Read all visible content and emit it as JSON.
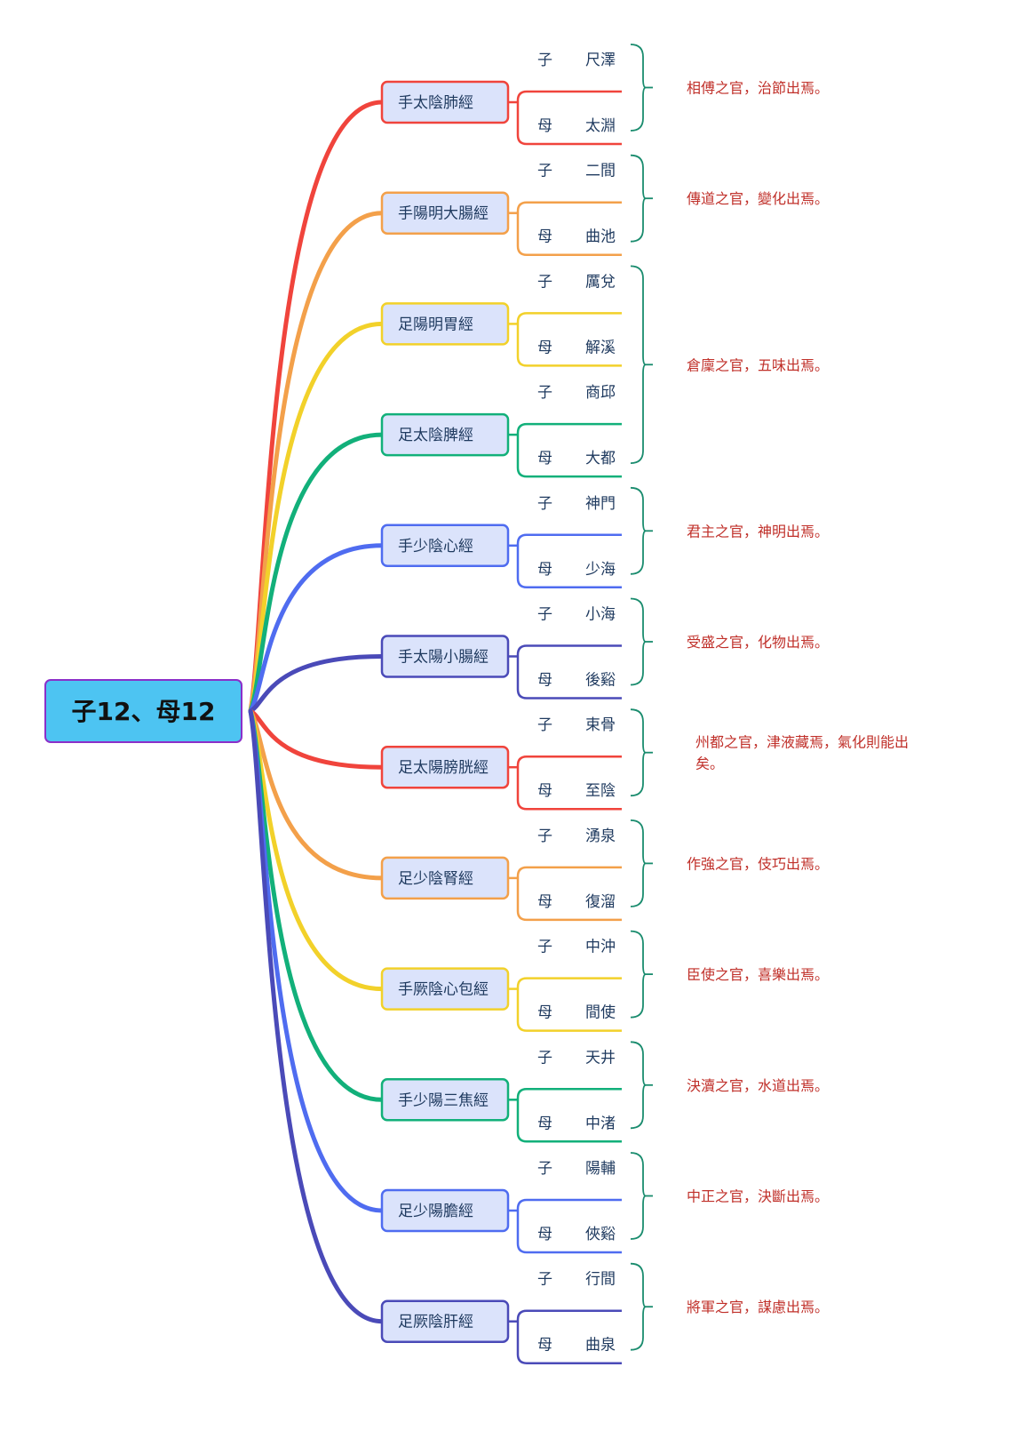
{
  "root": {
    "label": "子12、母12",
    "fill": "#4dc4f2",
    "border": "#8b2fc9"
  },
  "node_fill": "#dbe3fb",
  "text_color": "#1f3a5f",
  "desc_color": "#c0302a",
  "bracket_color": "#1a8c6e",
  "leaf_labels": {
    "child": "子",
    "mother": "母"
  },
  "meridians": [
    {
      "name": "手太陰肺經",
      "color": "#f0443c",
      "child": "尺澤",
      "mother": "太淵"
    },
    {
      "name": "手陽明大腸經",
      "color": "#f3a04a",
      "child": "二間",
      "mother": "曲池"
    },
    {
      "name": "足陽明胃經",
      "color": "#f2d12a",
      "child": "厲兌",
      "mother": "解溪"
    },
    {
      "name": "足太陰脾經",
      "color": "#12b07a",
      "child": "商邱",
      "mother": "大都"
    },
    {
      "name": "手少陰心經",
      "color": "#4f6cf0",
      "child": "神門",
      "mother": "少海"
    },
    {
      "name": "手太陽小腸經",
      "color": "#4a4ab8",
      "child": "小海",
      "mother": "後谿"
    },
    {
      "name": "足太陽膀胱經",
      "color": "#f0443c",
      "child": "束骨",
      "mother": "至陰"
    },
    {
      "name": "足少陰腎經",
      "color": "#f3a04a",
      "child": "湧泉",
      "mother": "復溜"
    },
    {
      "name": "手厥陰心包經",
      "color": "#f2d12a",
      "child": "中沖",
      "mother": "間使"
    },
    {
      "name": "手少陽三焦經",
      "color": "#12b07a",
      "child": "天井",
      "mother": "中渚"
    },
    {
      "name": "足少陽膽經",
      "color": "#4f6cf0",
      "child": "陽輔",
      "mother": "俠谿"
    },
    {
      "name": "足厥陰肝經",
      "color": "#4a4ab8",
      "child": "行間",
      "mother": "曲泉"
    }
  ],
  "descriptions": [
    {
      "lines": [
        "相傅之官，治節出焉。"
      ]
    },
    {
      "lines": [
        "傳道之官，變化出焉。"
      ]
    },
    {
      "lines": [
        "倉廩之官，五味出焉。"
      ]
    },
    {
      "lines": [
        "君主之官，神明出焉。"
      ]
    },
    {
      "lines": [
        "受盛之官，化物出焉。"
      ]
    },
    {
      "lines": [
        "州都之官，津液藏焉，氣化則能出",
        "矣。"
      ]
    },
    {
      "lines": [
        "作強之官，伎巧出焉。"
      ]
    },
    {
      "lines": [
        "臣使之官，喜樂出焉。"
      ]
    },
    {
      "lines": [
        "決瀆之官，水道出焉。"
      ]
    },
    {
      "lines": [
        "中正之官，決斷出焉。"
      ]
    },
    {
      "lines": [
        "將軍之官，謀慮出焉。"
      ]
    }
  ]
}
